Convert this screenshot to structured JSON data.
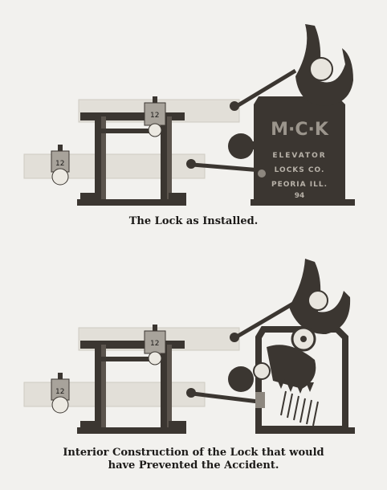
{
  "figures": [
    {
      "caption": "The Lock as Installed.",
      "rail_marks": [
        "12",
        "12"
      ],
      "casting_lines": [
        "M·C·K",
        "ELEVATOR",
        "LOCKS CO.",
        "PEORIA ILL.",
        "94"
      ]
    },
    {
      "caption_lines": [
        "Interior Construction of the Lock that would",
        "have Prevented the Accident."
      ],
      "rail_marks": [
        "12",
        "12"
      ],
      "casting_lines": []
    }
  ],
  "colors": {
    "background": "#f2f1ee",
    "iron": "#3b3631",
    "beam": "#e4e1da",
    "text": "#1c1a18"
  }
}
